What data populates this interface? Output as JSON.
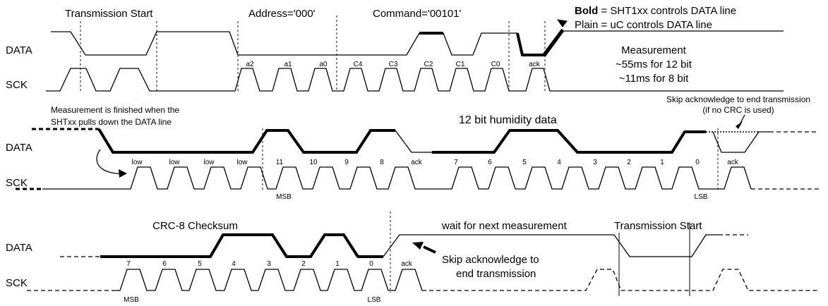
{
  "legend": {
    "bold_key": "Bold",
    "bold_rest": " = SHT1xx controls DATA line",
    "plain_line": "Plain = uC controls DATA line"
  },
  "row1": {
    "data_label": "DATA",
    "sck_label": "SCK",
    "transmission_start": "Transmission Start",
    "address": "Address='000'",
    "command": "Command='00101'",
    "bits": [
      "a2",
      "a1",
      "a0",
      "C4",
      "C3",
      "C2",
      "C1",
      "C0",
      "ack"
    ],
    "measurement": [
      "Measurement",
      "~55ms for 12 bit",
      "~11ms for 8 bit"
    ],
    "skip_ack": [
      "Skip acknowledge to end transmission",
      "(if no CRC is used)"
    ]
  },
  "row2": {
    "data_label": "DATA",
    "sck_label": "SCK",
    "finished_note": [
      "Measurement is finished when the",
      "SHTxx pulls down the DATA line"
    ],
    "humidity_title": "12 bit humidity data",
    "bits": [
      "low",
      "low",
      "low",
      "low",
      "11",
      "10",
      "9",
      "8",
      "ack",
      "7",
      "6",
      "5",
      "4",
      "3",
      "2",
      "1",
      "0",
      "ack"
    ],
    "msb": "MSB",
    "lsb": "LSB"
  },
  "row3": {
    "data_label": "DATA",
    "sck_label": "SCK",
    "crc_title": "CRC-8 Checksum",
    "wait": "wait for next measurement",
    "transmission_start": "Transmission Start",
    "bits": [
      "7",
      "6",
      "5",
      "4",
      "3",
      "2",
      "1",
      "0",
      "ack"
    ],
    "msb": "MSB",
    "lsb": "LSB",
    "skip_ack": [
      "Skip acknowledge to",
      "end transmission"
    ]
  }
}
